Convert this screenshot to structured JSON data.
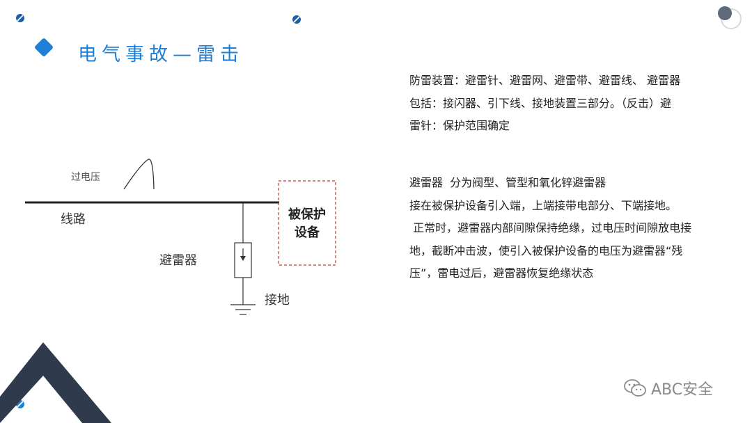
{
  "slide": {
    "title": "电气事故—雷击",
    "paragraph1": [
      "防雷装置：避雷针、避雷网、避雷带、避雷线、 避雷器",
      "包括：接闪器、引下线、接地装置三部分。（反击）避",
      "雷针：保护范围确定"
    ],
    "paragraph2": [
      "避雷器  分为阀型、管型和氧化锌避雷器",
      "接在被保护设备引入端，上端接带电部分、下端接地。",
      " 正常时，避雷器内部间隙保持绝缘，过电压时间隙放电接",
      "地，截断冲击波，使引入被保护设备的电压为避雷器“残",
      "压”，雷电过后，避雷器恢复绝缘状态"
    ]
  },
  "diagram": {
    "overvoltage_label": "过电压",
    "line_label": "线路",
    "protected_device_line1": "被保护",
    "protected_device_line2": "设备",
    "arrester_label": "避雷器",
    "ground_label": "接地"
  },
  "watermark": {
    "text": "ABC安全",
    "icon": "wechat-icon"
  },
  "colors": {
    "accent": "#1f7fd6",
    "dark": "#2f3b4c",
    "device_border": "#c0392b",
    "watermark": "#8a8a8a"
  }
}
